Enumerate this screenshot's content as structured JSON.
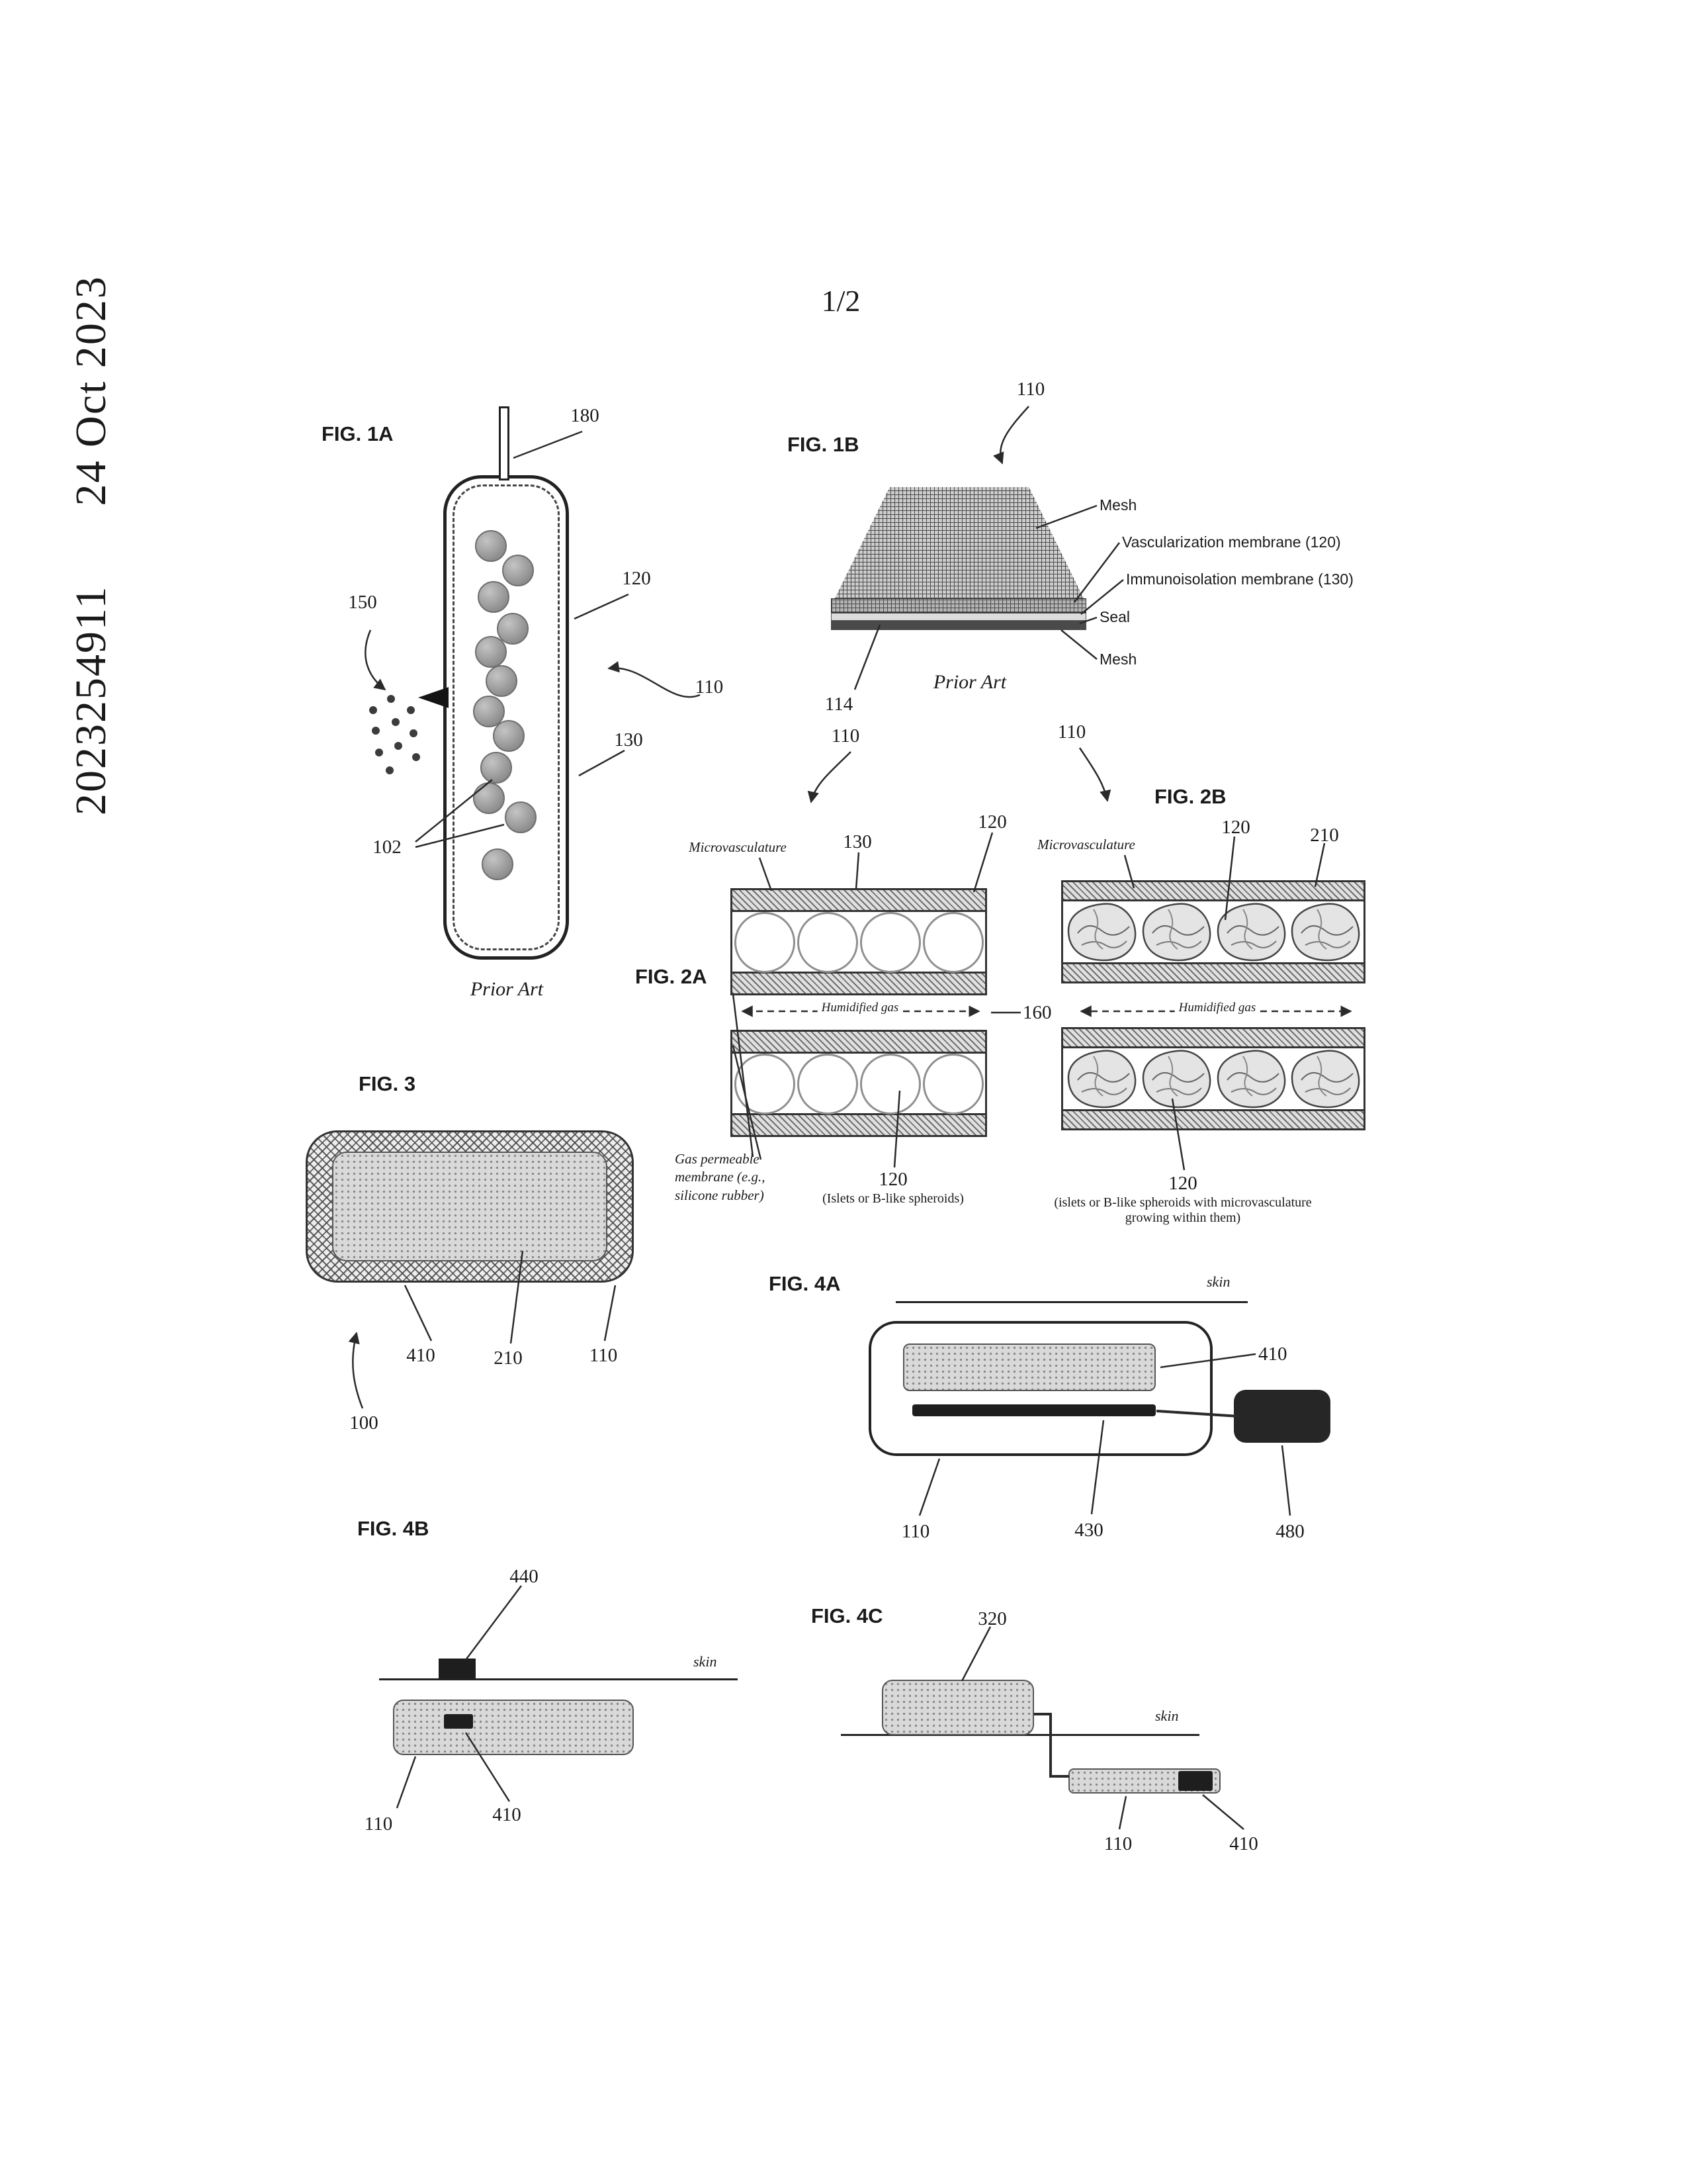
{
  "colors": {
    "ink": "#222222",
    "paper": "#ffffff"
  },
  "sidebar": {
    "application_number": "2023254911",
    "date": "24 Oct 2023"
  },
  "sheet": {
    "number": "1/2"
  },
  "fig1a": {
    "title": "FIG. 1A",
    "caption": "Prior Art",
    "refs": {
      "r180": "180",
      "r120": "120",
      "r150": "150",
      "r110": "110",
      "r130": "130",
      "r102": "102"
    }
  },
  "fig1b": {
    "title": "FIG. 1B",
    "caption": "Prior Art",
    "refs": {
      "r110": "110",
      "r114": "114"
    },
    "callouts": {
      "mesh_top": "Mesh",
      "vascularization": "Vascularization membrane (120)",
      "immunoisolation": "Immunoisolation membrane (130)",
      "seal": "Seal",
      "mesh_bottom": "Mesh"
    }
  },
  "fig2a": {
    "title": "FIG. 2A",
    "refs": {
      "r110": "110",
      "r130": "130",
      "r120_top": "120",
      "r160": "160",
      "r120_bottom": "120"
    },
    "callouts": {
      "microvasculature": "Microvasculature",
      "humidified_gas": "Humidified gas",
      "membrane_note": "Gas permeable membrane (e.g., silicone rubber)",
      "islets_note": "(Islets or B-like spheroids)"
    }
  },
  "fig2b": {
    "title": "FIG. 2B",
    "refs": {
      "r110": "110",
      "r120_top": "120",
      "r210": "210",
      "r120_bottom": "120"
    },
    "callouts": {
      "microvasculature": "Microvasculature",
      "humidified_gas": "Humidified gas",
      "islets_note": "(islets or B-like spheroids with microvasculature growing within them)"
    }
  },
  "fig3": {
    "title": "FIG. 3",
    "refs": {
      "r410": "410",
      "r210": "210",
      "r110": "110",
      "r100": "100"
    }
  },
  "fig4a": {
    "title": "FIG. 4A",
    "skin": "skin",
    "refs": {
      "r410": "410",
      "r110": "110",
      "r430": "430",
      "r480": "480"
    }
  },
  "fig4b": {
    "title": "FIG. 4B",
    "skin": "skin",
    "refs": {
      "r440": "440",
      "r110": "110",
      "r410": "410"
    }
  },
  "fig4c": {
    "title": "FIG. 4C",
    "skin": "skin",
    "refs": {
      "r320": "320",
      "r110": "110",
      "r410": "410"
    }
  }
}
